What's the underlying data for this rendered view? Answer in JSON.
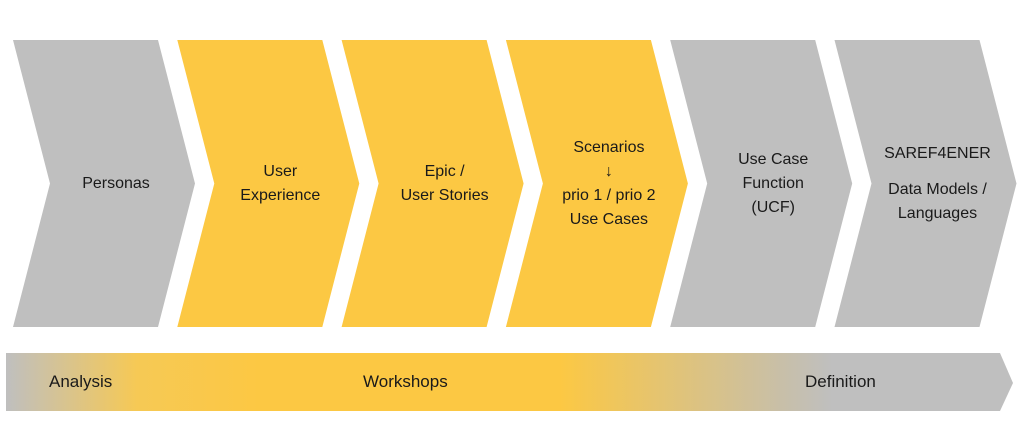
{
  "colors": {
    "gray": "#BFBFBF",
    "yellow": "#FCC843",
    "text": "#1a1a1a"
  },
  "steps": [
    {
      "lines": [
        "Personas"
      ],
      "color": "gray"
    },
    {
      "lines": [
        "User",
        "Experience"
      ],
      "color": "yellow"
    },
    {
      "lines": [
        "Epic /",
        "User Stories"
      ],
      "color": "yellow"
    },
    {
      "lines": [
        "Scenarios",
        "↓",
        "prio 1 / prio 2",
        "Use Cases"
      ],
      "color": "yellow"
    },
    {
      "lines": [
        "Use Case",
        "Function",
        "(UCF)"
      ],
      "color": "gray"
    },
    {
      "lines": [
        "SAREF4ENER",
        "",
        "Data Models /",
        "Languages"
      ],
      "color": "gray"
    }
  ],
  "phase_bar": {
    "analysis": "Analysis",
    "workshops": "Workshops",
    "definition": "Definition"
  }
}
